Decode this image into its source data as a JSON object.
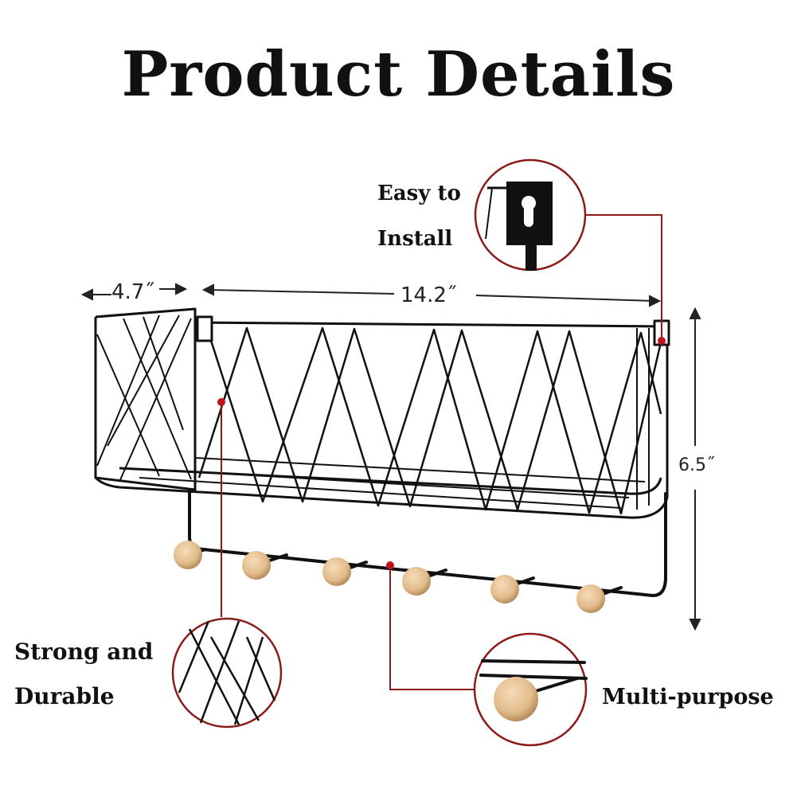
{
  "title": "Product Details",
  "callouts": {
    "install": {
      "line1": "Easy to",
      "line2": "Install"
    },
    "strong": {
      "line1": "Strong and",
      "line2": "Durable"
    },
    "multi": {
      "text": "Multi-purpose"
    }
  },
  "dimensions": {
    "depth": "4.7˝",
    "width": "14.2˝",
    "height": "6.5˝"
  },
  "colors": {
    "callout_line": "#8b1a1a",
    "wire": "#111111",
    "wood": "#e6c49a"
  },
  "knob_count": 6
}
